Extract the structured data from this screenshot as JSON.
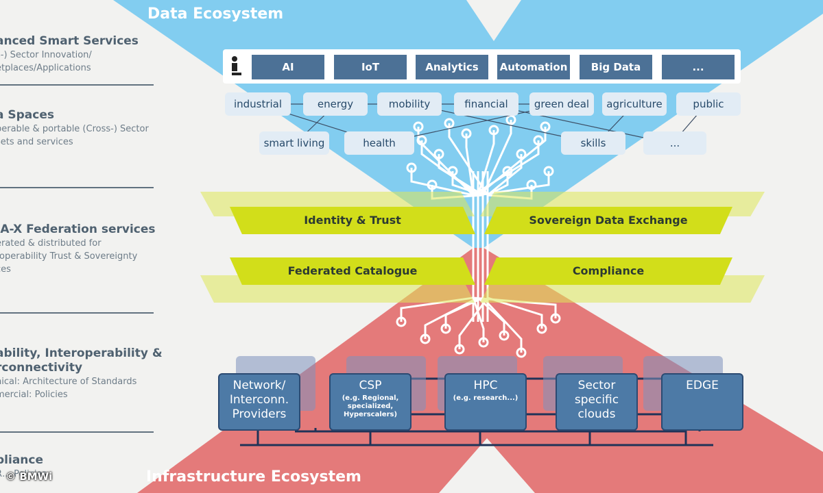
{
  "colors": {
    "data_ecosystem": "#82cdf0",
    "infrastructure_ecosystem": "#e47a7a",
    "federation_band": "#d2de1a",
    "service_box": "#4c7196",
    "infra_box": "#4d7aa6",
    "background": "#f2f2f0"
  },
  "left_panel": [
    {
      "heading": "anced Smart Services",
      "lines": [
        "s-) Sector Innovation/",
        "etplaces/Applications"
      ]
    },
    {
      "heading": "a Spaces",
      "lines": [
        "perable & portable (Cross-) Sector",
        "sets and services"
      ]
    },
    {
      "heading": "IA-X Federation services",
      "lines": [
        "erated & distributed for",
        "roperability Trust & Sovereignty",
        "ces"
      ]
    },
    {
      "heading": "ability, Interoperability &",
      "heading2": "rconnectivity",
      "lines": [
        "nical: Architecture of Standards",
        "mercial: Policies"
      ]
    },
    {
      "heading": "pliance",
      "lines": [
        "R… Policies"
      ]
    }
  ],
  "titles": {
    "top": "Data Ecosystem",
    "bottom": "Infrastructure Ecosystem"
  },
  "services": {
    "icon": "person-icon",
    "items": [
      "AI",
      "IoT",
      "Analytics",
      "Automation",
      "Big Data",
      "..."
    ]
  },
  "sectors": {
    "row1": [
      "industrial",
      "energy",
      "mobility",
      "financial",
      "green deal",
      "agriculture",
      "public"
    ],
    "row2": [
      "smart living",
      "health",
      "skills",
      "..."
    ]
  },
  "federation": {
    "identity": "Identity & Trust",
    "exchange": "Sovereign Data Exchange",
    "catalogue": "Federated Catalogue",
    "compliance": "Compliance"
  },
  "infrastructure": [
    {
      "title": "Network/\nInterconn.\nProviders",
      "sub": ""
    },
    {
      "title": "CSP",
      "sub": "(e.g. Regional,\nspecialized,\nHyperscalers)"
    },
    {
      "title": "HPC",
      "sub": "(e.g. research...)"
    },
    {
      "title": "Sector\nspecific\nclouds",
      "sub": ""
    },
    {
      "title": "EDGE",
      "sub": ""
    }
  ],
  "credit": "© BMWi"
}
